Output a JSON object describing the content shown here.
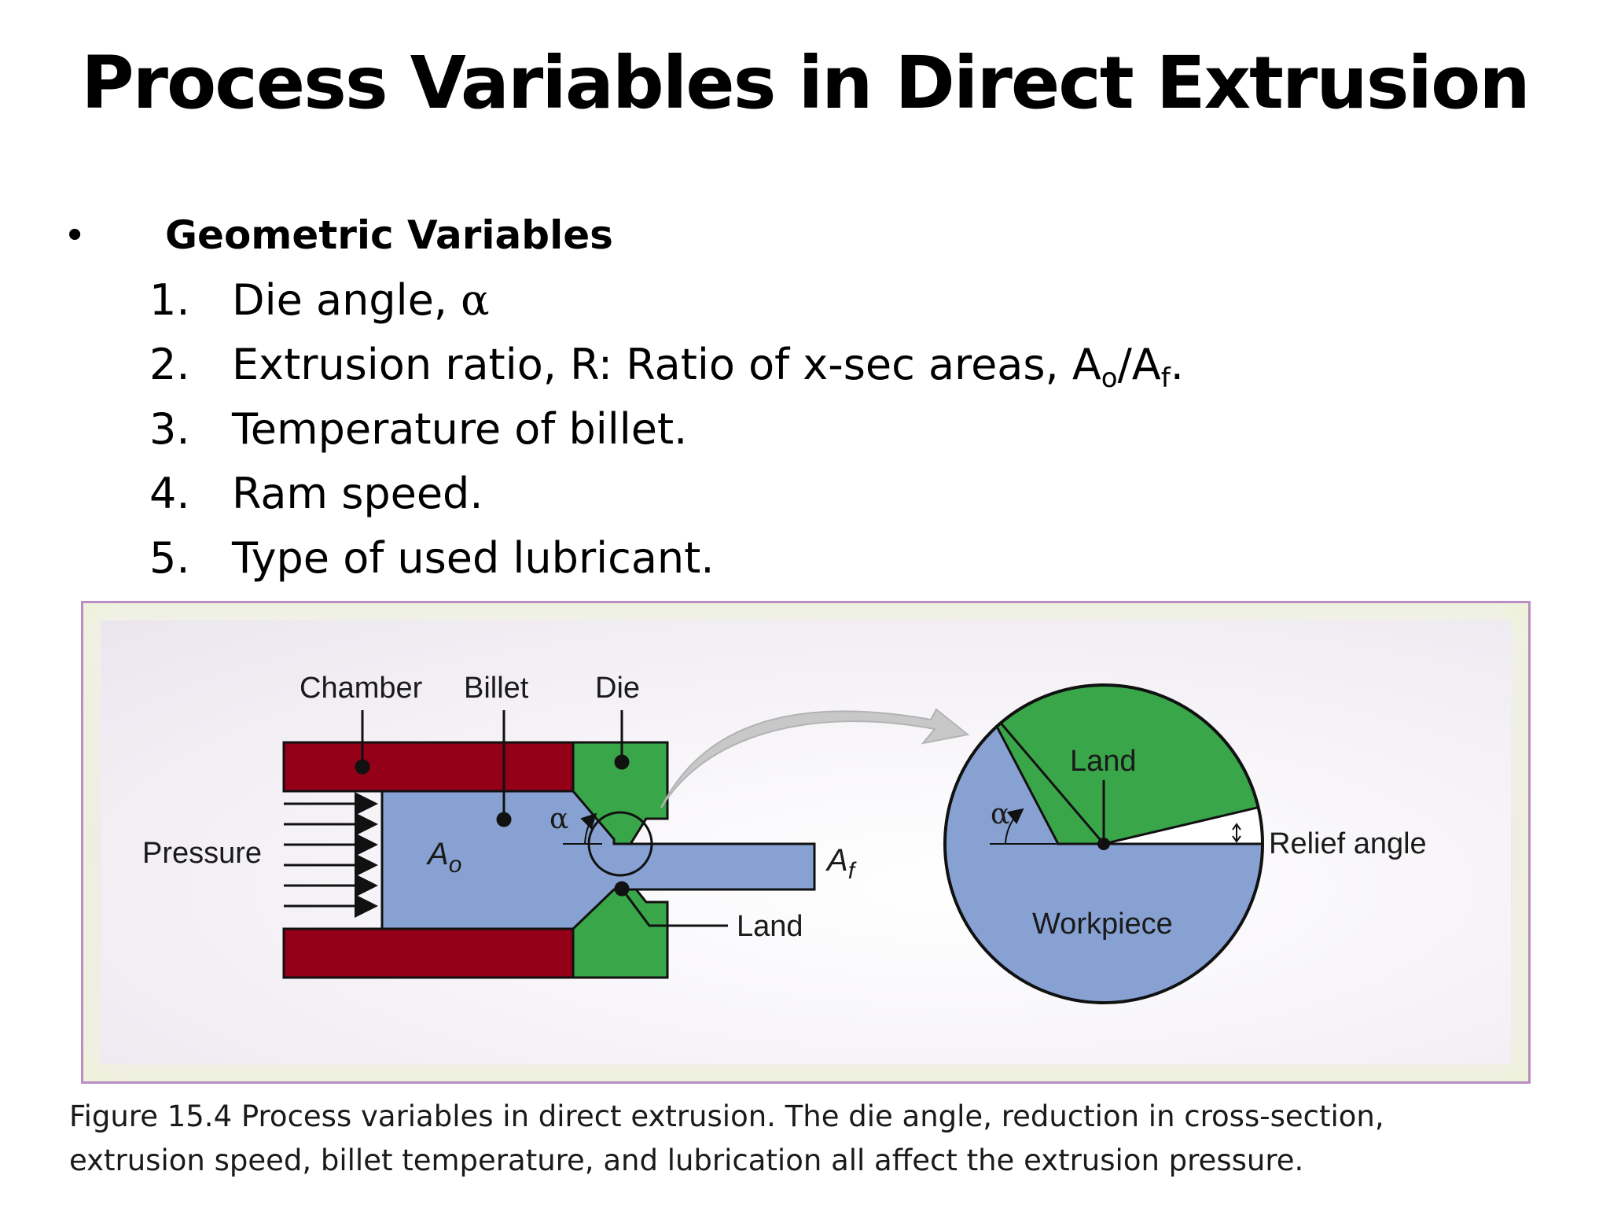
{
  "slide": {
    "title": "Process Variables in Direct Extrusion",
    "bullet_symbol": "•",
    "bullet_heading": "Geometric Variables",
    "list": [
      {
        "num": "1.",
        "text": "Die angle, ",
        "alpha": "α"
      },
      {
        "num": "2.",
        "text": "Extrusion ratio, R: Ratio of x-sec areas, A",
        "sub1": "o",
        "mid": "/A",
        "sub2": "f",
        "end": "."
      },
      {
        "num": "3.",
        "text": "Temperature of billet."
      },
      {
        "num": "4.",
        "text": "Ram speed."
      },
      {
        "num": "5.",
        "text": "Type of used lubricant."
      }
    ]
  },
  "figure": {
    "labels": {
      "chamber": "Chamber",
      "billet": "Billet",
      "die": "Die",
      "pressure": "Pressure",
      "area_initial": "A",
      "area_initial_sub": "o",
      "area_final": "A",
      "area_final_sub": "f",
      "land_left": "Land",
      "alpha": "α",
      "land_right": "Land",
      "relief_angle": "Relief angle",
      "workpiece": "Workpiece",
      "alpha_right": "α"
    },
    "colors": {
      "chamber": "#930018",
      "die": "#3aa64a",
      "workpiece": "#87a2d2",
      "arrow": "#c8c8c8"
    }
  },
  "caption": {
    "line1": "Figure 15.4  Process variables in direct extrusion.  The die angle, reduction in cross-section,",
    "line2": "extrusion speed, billet temperature, and lubrication all affect the extrusion pressure."
  }
}
